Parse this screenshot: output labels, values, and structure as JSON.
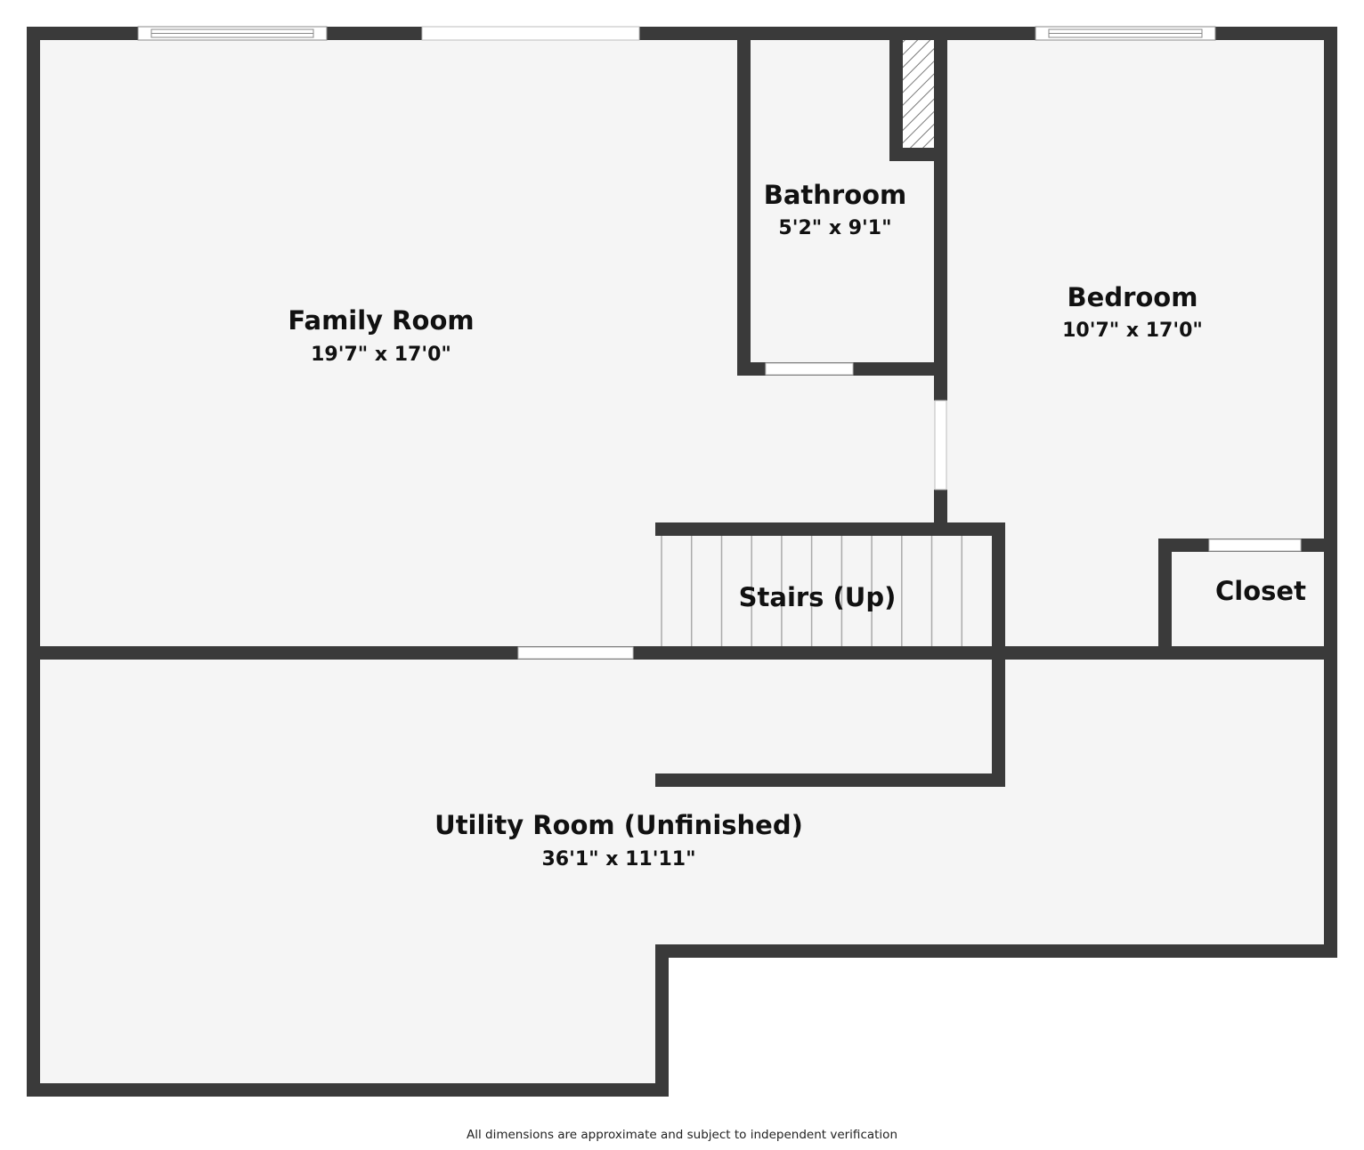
{
  "colors": {
    "wall": "#3a3a3a",
    "floor": "#f5f5f5",
    "opening": "#ffffff",
    "window_line": "#8a8a8a",
    "stair_line": "#aaaaaa"
  },
  "rooms": {
    "family_room": {
      "name": "Family Room",
      "dimensions": "19'7\" x 17'0\""
    },
    "bathroom": {
      "name": "Bathroom",
      "dimensions": "5'2\" x 9'1\""
    },
    "bedroom": {
      "name": "Bedroom",
      "dimensions": "10'7\" x 17'0\""
    },
    "stairs": {
      "name": "Stairs (Up)"
    },
    "closet": {
      "name": "Closet"
    },
    "utility_room": {
      "name": "Utility Room (Unfinished)",
      "dimensions": "36'1\" x 11'11\""
    }
  },
  "footer": {
    "disclaimer": "All dimensions are approximate and subject to independent verification"
  }
}
